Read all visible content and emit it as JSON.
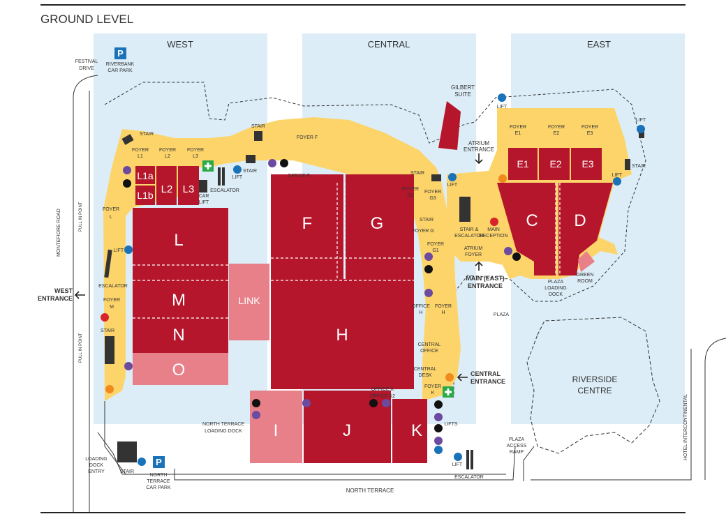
{
  "title": "GROUND LEVEL",
  "zones": {
    "west": "WEST",
    "central": "CENTRAL",
    "east": "EAST"
  },
  "colors": {
    "hall": "#b5162b",
    "hall_light": "#e8808a",
    "foyer": "#fcd46a",
    "zone_bg": "#dcedf7",
    "accent": "#1a72b8"
  },
  "halls": {
    "L1a": "L1a",
    "L1b": "L1b",
    "L2": "L2",
    "L3": "L3",
    "L": "L",
    "M": "M",
    "N": "N",
    "O": "O",
    "LINK": "LINK",
    "F": "F",
    "G": "G",
    "H": "H",
    "I": "I",
    "J": "J",
    "K": "K",
    "E1": "E1",
    "E2": "E2",
    "E3": "E3",
    "C": "C",
    "D": "D"
  },
  "labels": {
    "riverbank_car_park": [
      "RIVERBANK",
      "CAR PARK"
    ],
    "festival_drive": [
      "FESTIVAL",
      "DRIVE"
    ],
    "gilbert_suite": [
      "GILBERT",
      "SUITE"
    ],
    "atrium_entrance": [
      "ATRIUM",
      "ENTRANCE"
    ],
    "stair": "STAIR",
    "lift": "LIFT",
    "lifts": "LIFTS",
    "escalator": "ESCALATOR",
    "car_lift": [
      "CAR",
      "LIFT"
    ],
    "foyer_f": "FOYER F",
    "office_f": "OFFICE F",
    "foyer_l1": [
      "FOYER",
      "L1"
    ],
    "foyer_l2": [
      "FOYER",
      "L2"
    ],
    "foyer_l3": [
      "FOYER",
      "L3"
    ],
    "foyer_l": [
      "FOYER",
      "L"
    ],
    "foyer_m": [
      "FOYER",
      "M"
    ],
    "foyer_g2": [
      "FOYER",
      "G2"
    ],
    "foyer_g3": [
      "FOYER",
      "G3"
    ],
    "foyer_g": "FOYER G",
    "foyer_g1": [
      "FOYER",
      "G1"
    ],
    "foyer_h": [
      "FOYER",
      "H"
    ],
    "office_h": [
      "OFFICE",
      "H"
    ],
    "central_office": [
      "CENTRAL",
      "OFFICE"
    ],
    "central_desk": [
      "CENTRAL",
      "DESK"
    ],
    "foyer_k": [
      "FOYER",
      "K"
    ],
    "office_k": "OFFICE K",
    "office_k2": "OFFICE K2",
    "foyer_e1": [
      "FOYER",
      "E1"
    ],
    "foyer_e2": [
      "FOYER",
      "E2"
    ],
    "foyer_e3": [
      "FOYER",
      "E3"
    ],
    "stair_escalator": [
      "STAIR &",
      "ESCALATOR"
    ],
    "main_reception": [
      "MAIN",
      "RECEPTION"
    ],
    "atrium_foyer": [
      "ATRIUM",
      "FOYER"
    ],
    "main_east_entrance": [
      "MAIN (EAST)",
      "ENTRANCE"
    ],
    "plaza_loading_dock": [
      "PLAZA",
      "LOADING",
      "DOCK"
    ],
    "green_room": [
      "GREEN",
      "ROOM"
    ],
    "plaza": "PLAZA",
    "riverside_centre": [
      "RIVERSIDE",
      "CENTRE"
    ],
    "central_entrance": [
      "CENTRAL",
      "ENTRANCE"
    ],
    "west_entrance": [
      "WEST",
      "ENTRANCE"
    ],
    "montefiore_road": "MONTEFIORE ROAD",
    "pull_in_point": "PULL IN POINT",
    "north_terrace_loading_dock": [
      "NORTH TERRACE",
      "LOADING DOCK"
    ],
    "loading_dock_entry": [
      "LOADING",
      "DOCK",
      "ENTRY"
    ],
    "north_terrace_car_park": [
      "NORTH",
      "TERRACE",
      "CAR PARK"
    ],
    "north_terrace": "NORTH TERRACE",
    "plaza_access_ramp": [
      "PLAZA",
      "ACCESS",
      "RAMP"
    ],
    "hotel_intercontinental": "HOTEL INTERCONTINENTAL"
  },
  "icons": {
    "parking": "P"
  }
}
